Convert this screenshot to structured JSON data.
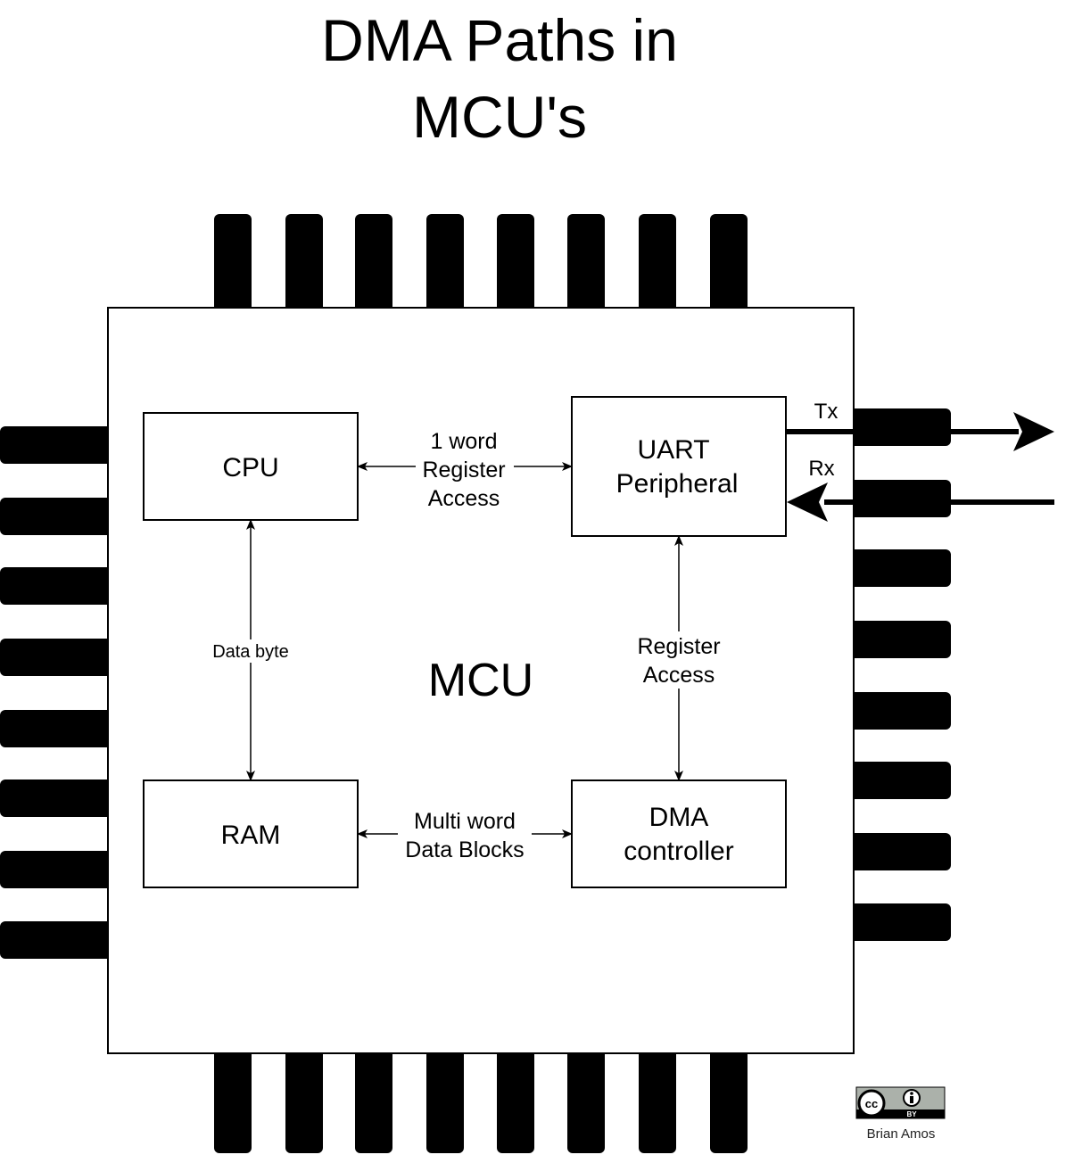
{
  "title": "DMA Paths in\nMCU's",
  "chip": {
    "label": "MCU"
  },
  "blocks": {
    "cpu": "CPU",
    "uart_line1": "UART",
    "uart_line2": "Peripheral",
    "ram": "RAM",
    "dma_line1": "DMA",
    "dma_line2": "controller"
  },
  "connections": {
    "cpu_uart": [
      "1 word",
      "Register",
      "Access"
    ],
    "cpu_ram": "Data byte",
    "uart_dma": [
      "Register",
      "Access"
    ],
    "ram_dma": [
      "Multi word",
      "Data Blocks"
    ]
  },
  "signals": {
    "tx": "Tx",
    "rx": "Rx"
  },
  "license": {
    "badge": "BY",
    "author": "Brian Amos"
  }
}
